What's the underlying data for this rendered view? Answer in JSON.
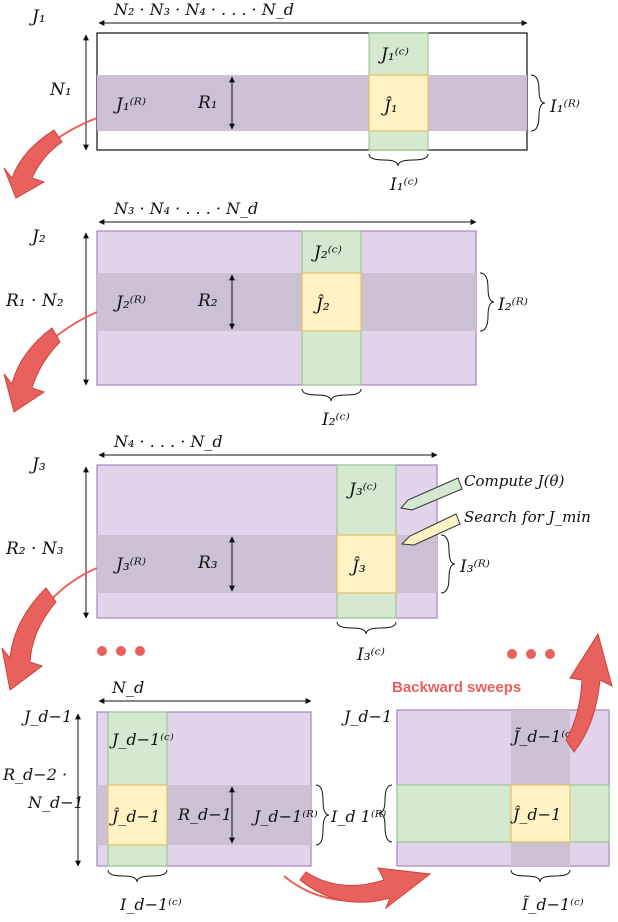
{
  "colors": {
    "purple_fill": "#e1d4eb",
    "purple_stroke": "#a784c2",
    "gray_band": "#cbc0d4",
    "green_fill": "#d4e9cf",
    "green_stroke": "#8fc18a",
    "yellow_fill": "#fff2c4",
    "yellow_stroke": "#e6c067",
    "arrow_red": "#e8615c",
    "arrow_green": "#d4e9cf",
    "arrow_yellow": "#fff2c4"
  },
  "panel1": {
    "J": "J₁",
    "top": "N₂ · N₃ · N₄ · . . . · N_d",
    "N": "N₁",
    "JR": "J₁⁽ᴿ⁾",
    "R": "R₁",
    "Jhat": "Ĵ₁",
    "JC": "J₁⁽ᶜ⁾",
    "IR": "I₁⁽ᴿ⁾",
    "IC": "I₁⁽ᶜ⁾"
  },
  "panel2": {
    "J": "J₂",
    "top": "N₃ · N₄ · . . . · N_d",
    "N": "R₁ · N₂",
    "JR": "J₂⁽ᴿ⁾",
    "R": "R₂",
    "Jhat": "Ĵ₂",
    "JC": "J₂⁽ᶜ⁾",
    "IR": "I₂⁽ᴿ⁾",
    "IC": "I₂⁽ᶜ⁾"
  },
  "panel3": {
    "J": "J₃",
    "top": "N₄ · . . . · N_d",
    "N": "R₂ · N₃",
    "JR": "J₃⁽ᴿ⁾",
    "R": "R₃",
    "Jhat": "Ĵ₃",
    "JC": "J₃⁽ᶜ⁾",
    "IR": "I₃⁽ᴿ⁾",
    "IC": "I₃⁽ᶜ⁾",
    "compute": "Compute J(θ)",
    "search": "Search for J_min"
  },
  "panel4": {
    "J": "J_d−1",
    "top": "N_d",
    "N_line1": "R_d−2 ·",
    "N_line2": "N_d−1",
    "JR": "J_d−1⁽ᴿ⁾",
    "R": "R_d−1",
    "Jhat": "Ĵ_d−1",
    "JC": "J_d−1⁽ᶜ⁾",
    "IR": "I_d 1⁽ᴿ⁾",
    "IC": "I_d−1⁽ᶜ⁾"
  },
  "panel5": {
    "J": "J_d−1",
    "Jhat": "Ĵ_d−1",
    "JC": "J̃_d−1⁽ᶜ⁾",
    "IC": "Ĩ_d−1⁽ᶜ⁾"
  },
  "backward": "Backward sweeps"
}
